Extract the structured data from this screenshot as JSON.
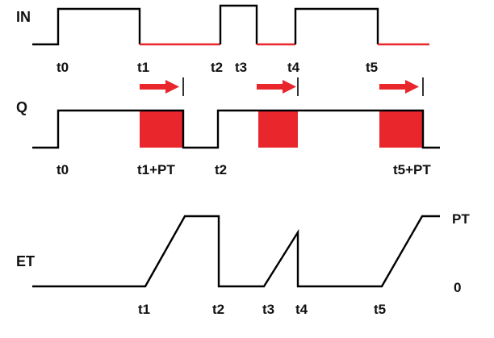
{
  "signals": {
    "in": "IN",
    "q": "Q",
    "et": "ET"
  },
  "in_labels": [
    "t0",
    "t1",
    "t2",
    "t3",
    "t4",
    "t5"
  ],
  "q_labels": [
    "t0",
    "t1+PT",
    "t2",
    "t5+PT"
  ],
  "et_labels": [
    "t1",
    "t2",
    "t3",
    "t4",
    "t5"
  ],
  "et_levels": {
    "high": "PT",
    "low": "0"
  },
  "colors": {
    "line": "#000000",
    "highlight": "#e8262b"
  }
}
